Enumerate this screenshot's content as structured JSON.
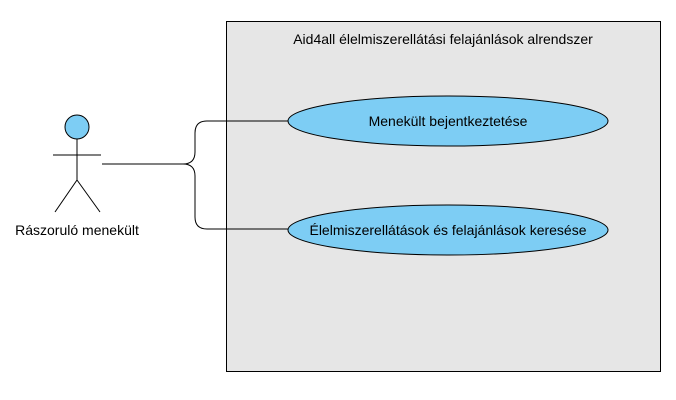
{
  "diagram": {
    "system_title": "Aid4all élelmiszerellátási felajánlások alrendszer",
    "actor": {
      "label": "Rászoruló menekült"
    },
    "use_cases": [
      {
        "label": "Menekült bejentkeztetése"
      },
      {
        "label": "Élelmiszerellátások és felajánlások keresése"
      }
    ]
  },
  "colors": {
    "system_fill": "#e6e6e6",
    "system_stroke": "#000000",
    "use_case_fill": "#7dcdf4",
    "actor_fill": "#7dcdf4",
    "line": "#000000"
  }
}
